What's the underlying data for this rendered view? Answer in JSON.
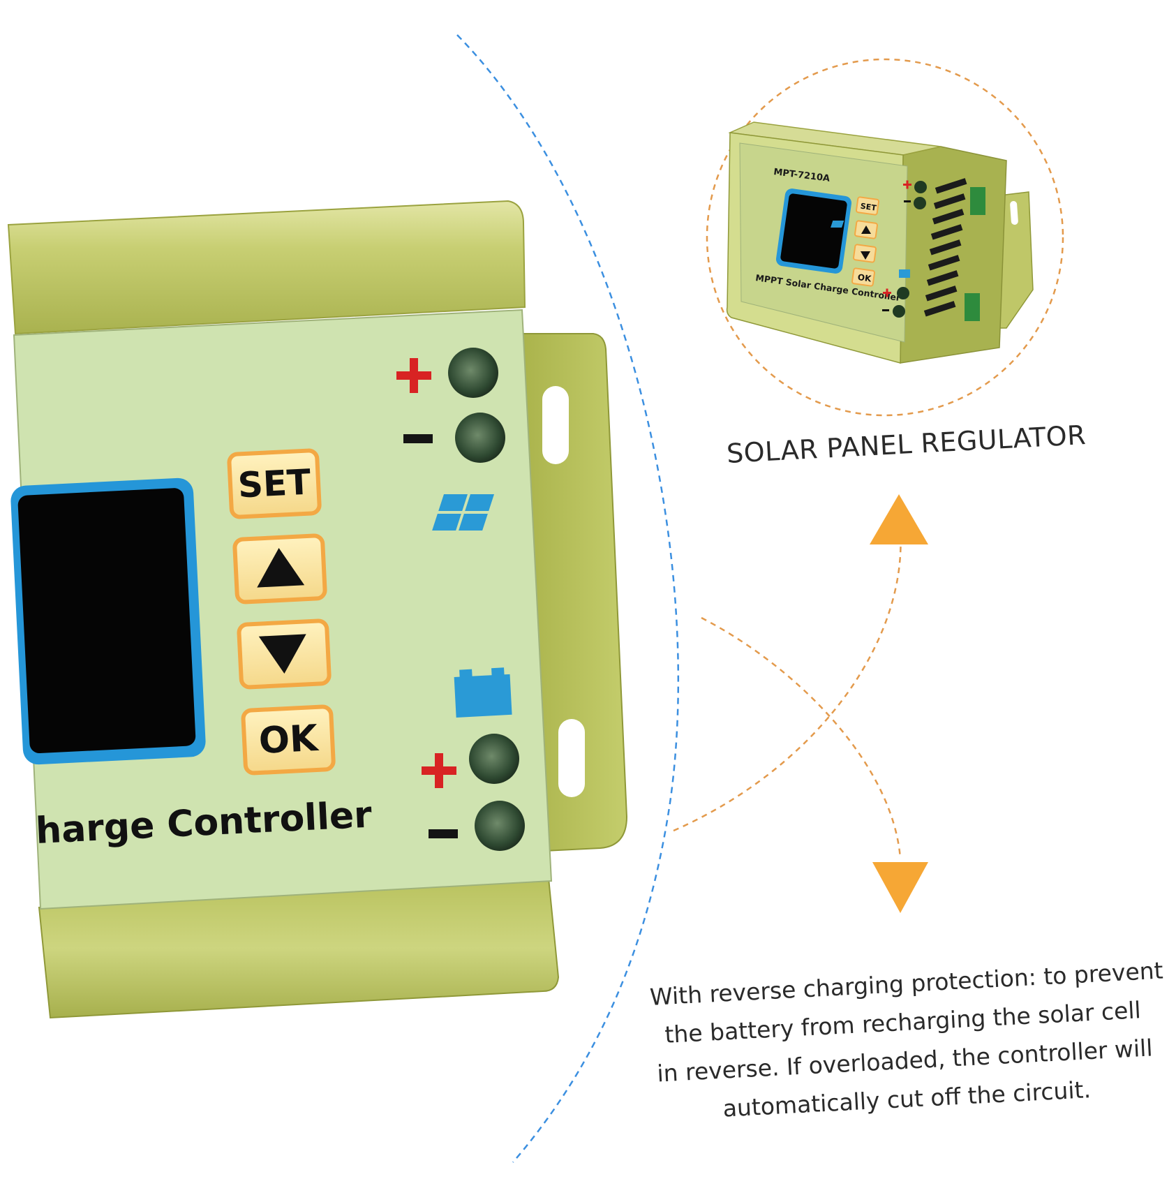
{
  "device": {
    "set_label": "SET",
    "ok_label": "OK",
    "product_label_partial": "harge Controller",
    "model_label": "MPT-7210A",
    "thumb_label": "MPPT Solar Charge Controller",
    "body_color": "#c9d27a",
    "panel_color": "#cfe3b0",
    "accent_orange": "#f3a844",
    "screen_border_blue": "#2596d8"
  },
  "caption": {
    "title": "SOLAR PANEL REGULATOR",
    "description_lines": [
      "With reverse charging protection: to prevent",
      "the battery from recharging the solar cell",
      "in reverse. If overloaded, the controller will",
      "automatically cut off the circuit."
    ]
  },
  "icons": {
    "up": "arrow-up-icon",
    "down": "arrow-down-icon",
    "solar": "solar-panel-icon",
    "battery": "battery-icon",
    "plus": "plus-icon",
    "minus": "minus-icon"
  }
}
